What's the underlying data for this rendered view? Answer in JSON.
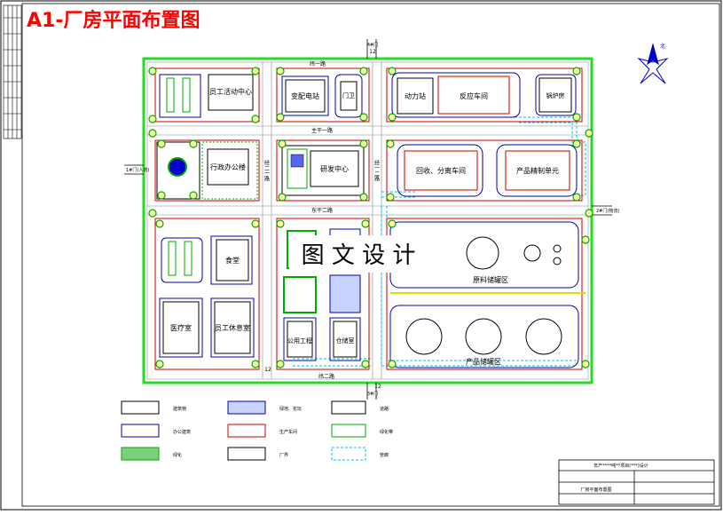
{
  "sheet": {
    "title": "A1-厂房平面布置图",
    "overlay_text": "图 文 设 计"
  },
  "site": {
    "buildings": {
      "staff_activity_center": "员工活动中心",
      "distribution_station": "变配电站",
      "gate_house": "门卫",
      "power_station": "动力站",
      "reaction_workshop": "反应车间",
      "boiler_room": "锅炉房",
      "admin_office": "行政办公楼",
      "rnd_center": "研发中心",
      "recovery_workshop": "回收、分离车间",
      "product_refine": "产品精制单元",
      "canteen": "食堂",
      "infirmary": "医疗室",
      "staff_rest_room": "员工休息室",
      "utility": "公用工程",
      "warehouse": "仓储室",
      "raw_tank_area": "原料储罐区",
      "product_tank_area": "产品储罐区"
    },
    "roads": {
      "road_north": "纬一路",
      "road_middle_1": "主干一路",
      "road_middle_2": "东干二路",
      "road_south": "纬二路",
      "vertical_1": "经二一路",
      "vertical_2": "经一二路"
    },
    "gates": {
      "west_gate": "1#门(人流)",
      "east_gate": "2#门(物流)",
      "north_label": "4#门",
      "south_label": "3#门"
    },
    "numbers": {
      "n12_top": "12",
      "n12_bottom": "12",
      "n12_south": "12"
    }
  },
  "legend": {
    "items": [
      {
        "label": "建筑物",
        "color": "#000000"
      },
      {
        "label": "绿地、花坛",
        "color": "#0000ff"
      },
      {
        "label": "道路",
        "color": "#000000"
      },
      {
        "label": "办公建筑",
        "color": "#0000aa"
      },
      {
        "label": "生产车间",
        "color": "#cc0000"
      },
      {
        "label": "绿化带",
        "color": "#00aa00"
      },
      {
        "label": "绿化",
        "color": "#00aa00"
      },
      {
        "label": "厂界",
        "color": "#000000"
      },
      {
        "label": "管廊",
        "color": "#00aaff"
      }
    ]
  },
  "title_block": {
    "project": "年产****吨**项目(***)设计",
    "drawing": "厂房平面布置图"
  },
  "compass": {
    "label": "北"
  },
  "colors": {
    "building": "#cc0000",
    "office": "#0000aa",
    "green": "#00cc00",
    "pipe": "#00bbff",
    "title": "#ff0000"
  }
}
